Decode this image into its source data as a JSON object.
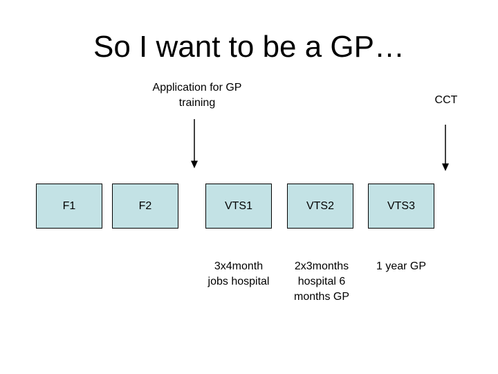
{
  "title": "So I want to be a GP…",
  "application_label": "Application for GP\ntraining",
  "cct_label": "CCT",
  "stages": [
    {
      "label": "F1"
    },
    {
      "label": "F2"
    },
    {
      "label": "VTS1",
      "description": "3x4month\njobs hospital"
    },
    {
      "label": "VTS2",
      "description": "2x3months\nhospital 6\nmonths GP"
    },
    {
      "label": "VTS3",
      "description": "1 year GP"
    }
  ]
}
